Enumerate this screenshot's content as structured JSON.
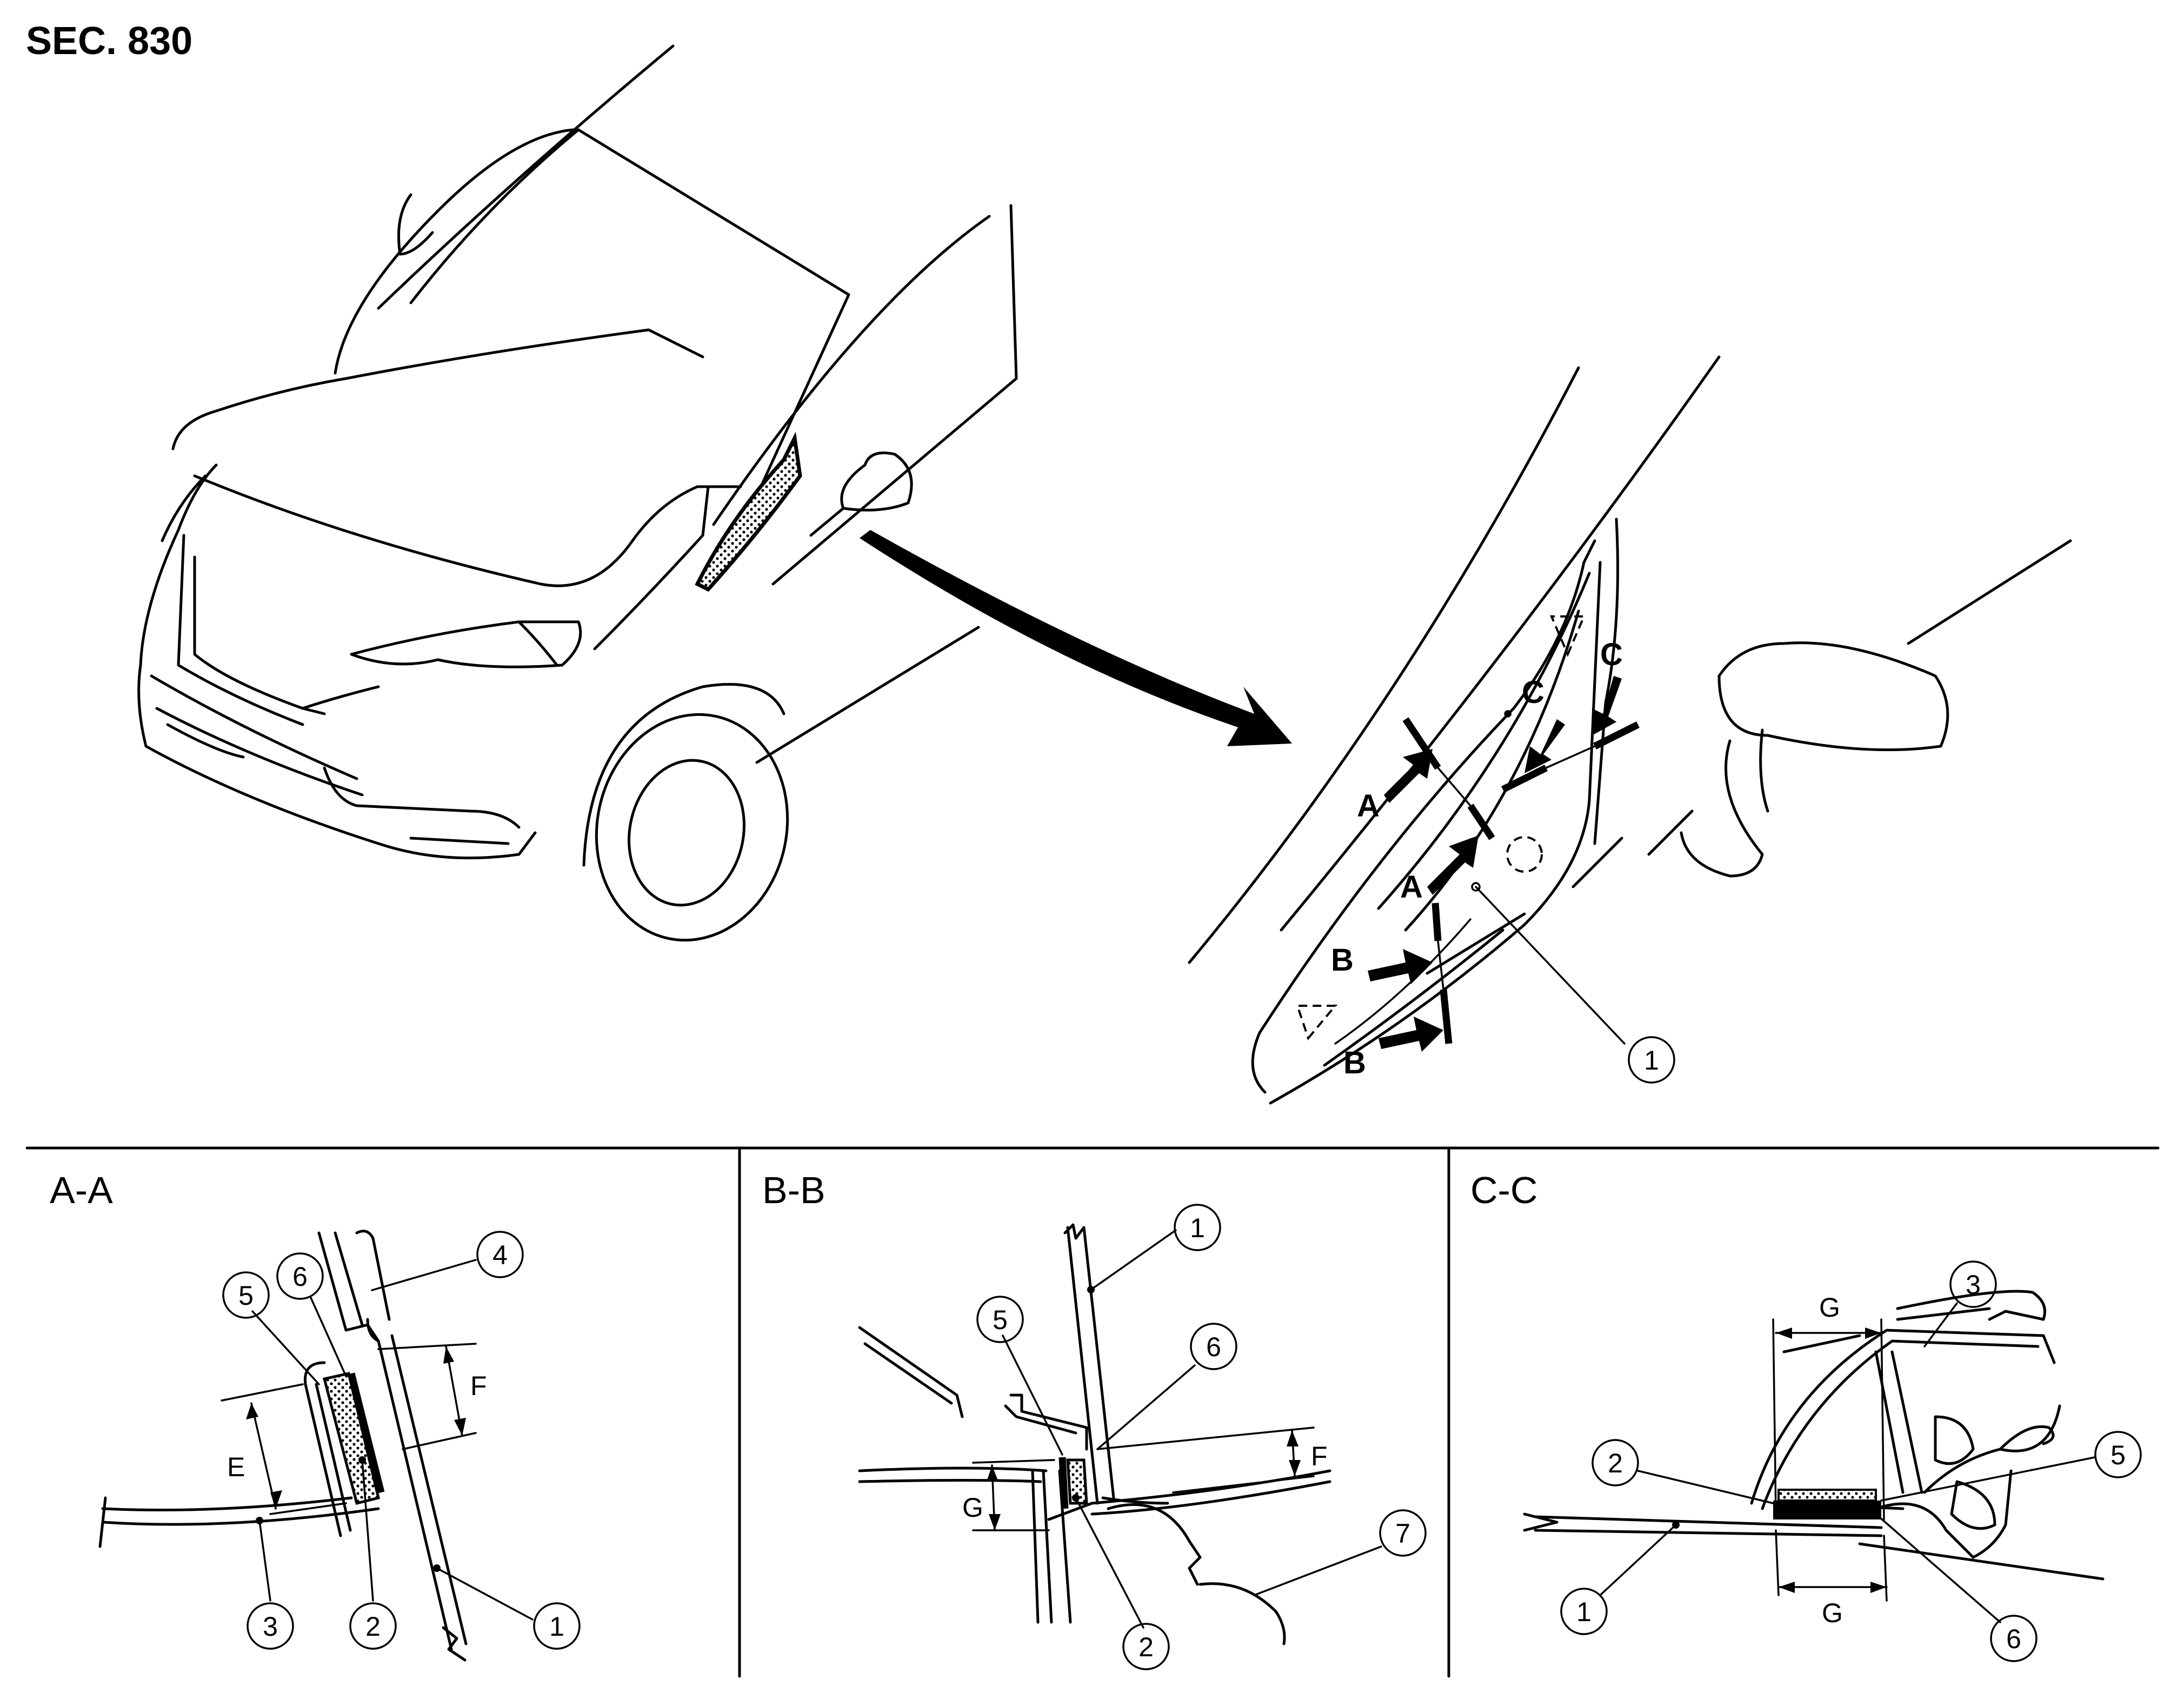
{
  "header": {
    "section_code": "SEC. 830"
  },
  "callout_numbers": [
    "1",
    "2",
    "3",
    "4",
    "5",
    "6",
    "7"
  ],
  "section_markers": {
    "a": "A",
    "b": "B",
    "c": "C"
  },
  "sections": {
    "aa": {
      "title": "A-A",
      "dims": {
        "e": "E",
        "f": "F"
      }
    },
    "bb": {
      "title": "B-B",
      "dims": {
        "f": "F",
        "g": "G"
      }
    },
    "cc": {
      "title": "C-C",
      "dims": {
        "g": "G"
      }
    }
  },
  "colors": {
    "line": "#000000",
    "background": "#ffffff",
    "sealant_fill": "#b8b8b8"
  }
}
